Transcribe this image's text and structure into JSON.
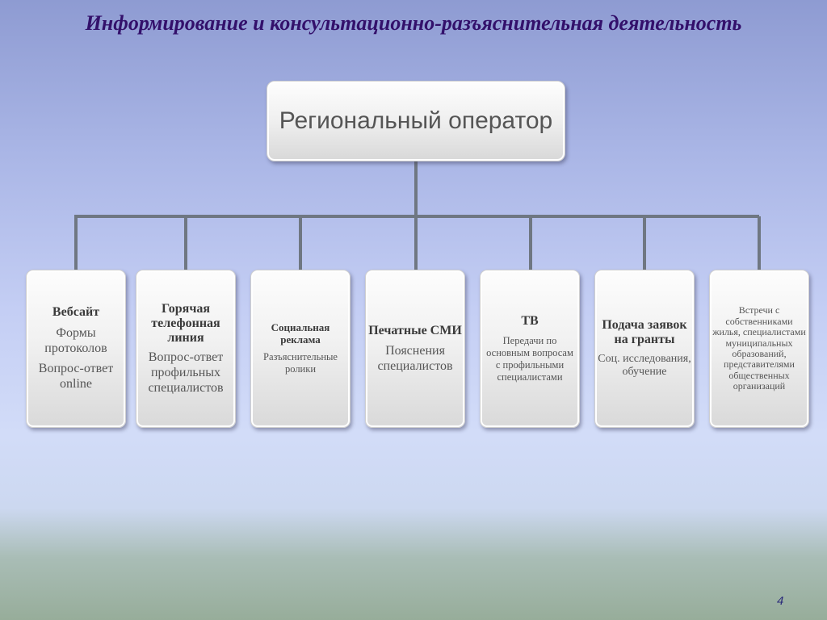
{
  "title": "Информирование и консультационно-разъяснительная деятельность",
  "root": {
    "label": "Региональный оператор"
  },
  "boxes": [
    {
      "head": "Вебсайт",
      "sub1": "Формы протоколов",
      "sub2": "Вопрос-ответ online"
    },
    {
      "head": "Горячая телефонная линия",
      "sub1": "Вопрос-ответ профильных специалистов",
      "sub2": ""
    },
    {
      "head": "Социальная реклама",
      "sub1": "Разъяснительные ролики",
      "sub2": ""
    },
    {
      "head": "Печатные СМИ",
      "sub1": "Пояснения специалистов",
      "sub2": ""
    },
    {
      "head": "ТВ",
      "sub1": "Передачи по основным вопросам с профильными специалистами",
      "sub2": ""
    },
    {
      "head": "Подача заявок на гранты",
      "sub1": "Соц. исследования, обучение",
      "sub2": ""
    },
    {
      "head": "",
      "sub1": "Встречи с собственниками жилья, специалистами муниципальных образований, представителями общественных организаций",
      "sub2": ""
    }
  ],
  "page_number": "4",
  "colors": {
    "title": "#33106b",
    "connector": "#6f7782",
    "box_text": "#555555"
  }
}
